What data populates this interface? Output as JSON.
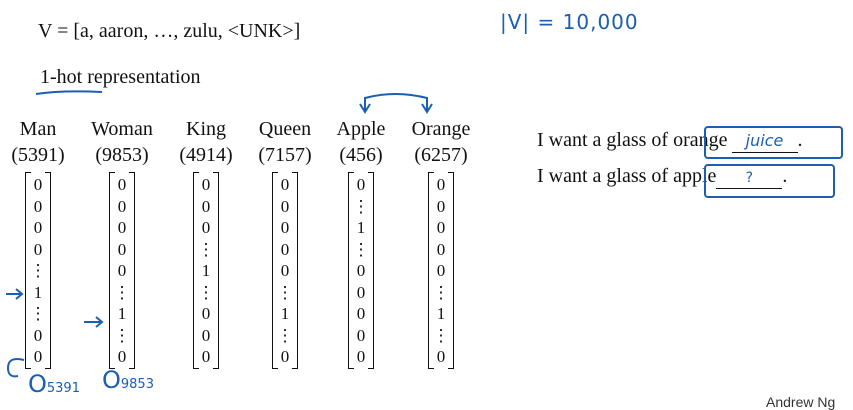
{
  "vocab_line": "V = [a, aaron, …, zulu, <UNK>]",
  "vocab_size_note": "|V| = 10,000",
  "section_title": "1-hot representation",
  "words": [
    {
      "word": "Man",
      "index": "(5391)",
      "vector": [
        "0",
        "0",
        "0",
        "0",
        "⋮",
        "1",
        "⋮",
        "0",
        "0"
      ]
    },
    {
      "word": "Woman",
      "index": "(9853)",
      "vector": [
        "0",
        "0",
        "0",
        "0",
        "0",
        "⋮",
        "1",
        "⋮",
        "0"
      ]
    },
    {
      "word": "King",
      "index": "(4914)",
      "vector": [
        "0",
        "0",
        "0",
        "⋮",
        "1",
        "⋮",
        "0",
        "0",
        "0"
      ]
    },
    {
      "word": "Queen",
      "index": "(7157)",
      "vector": [
        "0",
        "0",
        "0",
        "0",
        "0",
        "⋮",
        "1",
        "⋮",
        "0"
      ]
    },
    {
      "word": "Apple",
      "index": "(456)",
      "vector": [
        "0",
        "⋮",
        "1",
        "⋮",
        "0",
        "0",
        "0",
        "0",
        "0"
      ]
    },
    {
      "word": "Orange",
      "index": "(6257)",
      "vector": [
        "0",
        "0",
        "0",
        "0",
        "0",
        "⋮",
        "1",
        "⋮",
        "0"
      ]
    }
  ],
  "sentence_1": {
    "prefix": "I want a glass of ",
    "word": "orange",
    "answer": "juice",
    "end": "."
  },
  "sentence_2": {
    "prefix": "I want a glass of ",
    "word": "apple",
    "answer": "?",
    "end": "."
  },
  "annot_man": "O",
  "annot_man_sub": "5391",
  "annot_woman": "O",
  "annot_woman_sub": "9853",
  "watermark": "Andrew Ng",
  "accent_color": "#1a5fb4"
}
